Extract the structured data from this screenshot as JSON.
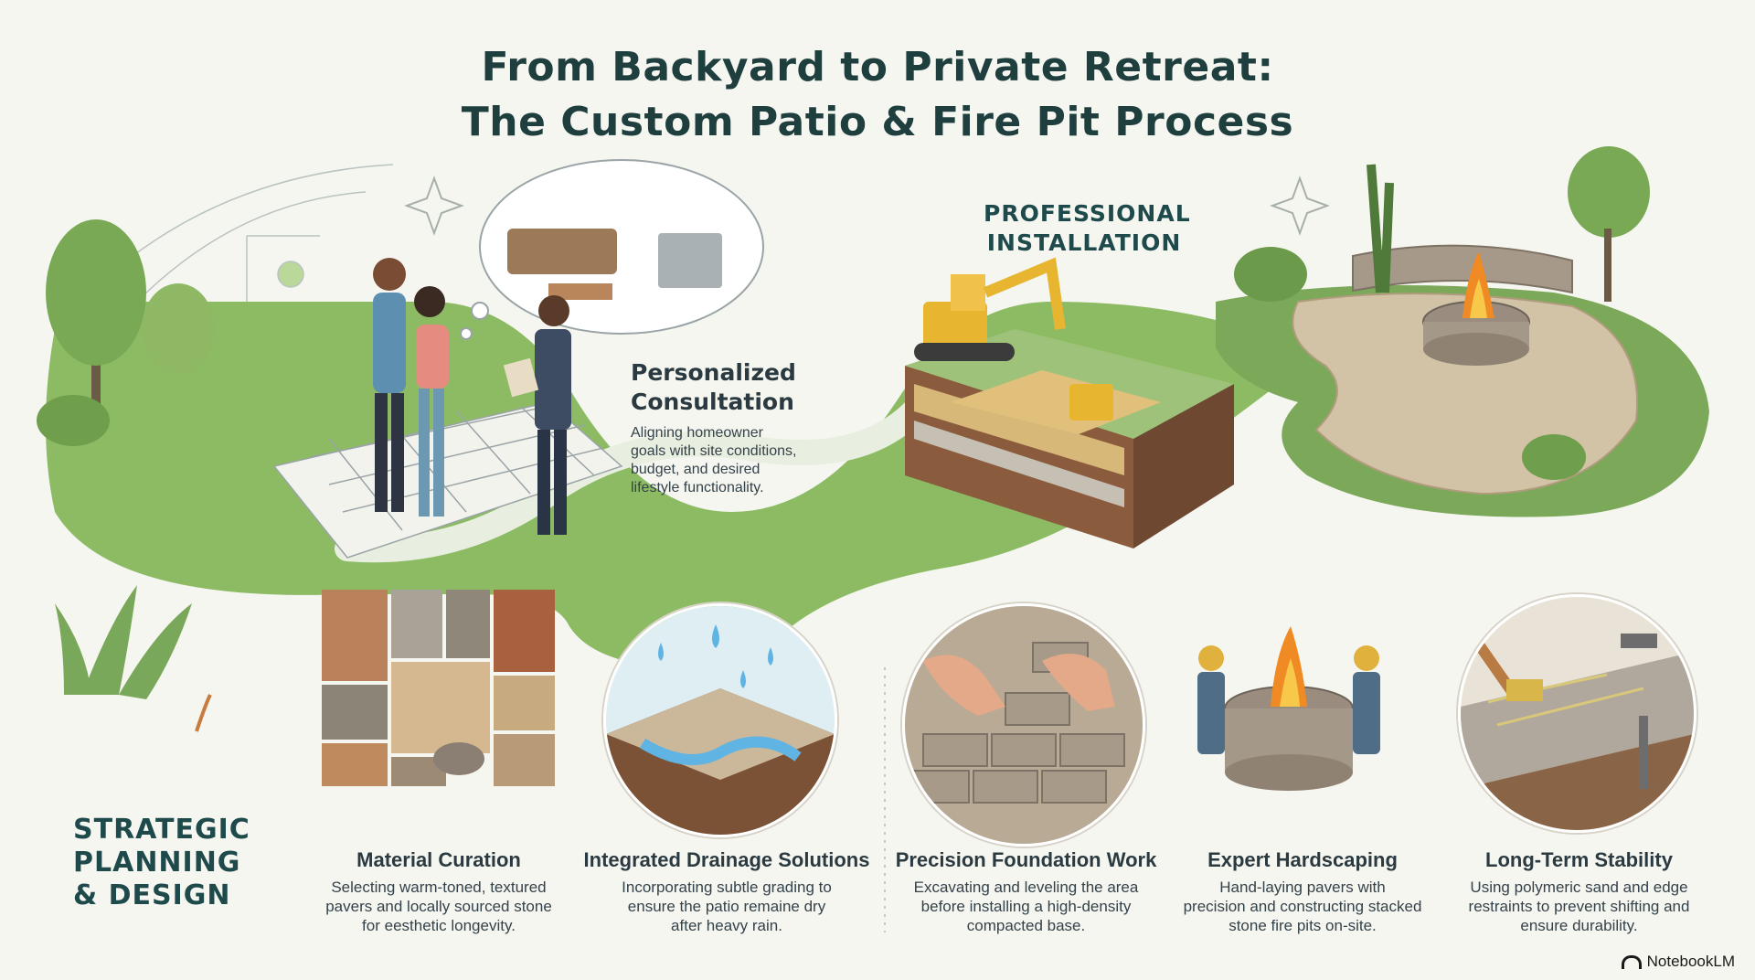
{
  "title": {
    "line1": "From Backyard to Private Retreat:",
    "line2": "The Custom Patio & Fire Pit Process"
  },
  "sections": {
    "planning": {
      "line1": "STRATEGIC",
      "line2": "PLANNING",
      "line3": "& DESIGN"
    },
    "installation": {
      "line1": "PROFESSIONAL",
      "line2": "INSTALLATION"
    }
  },
  "consultation": {
    "title_line1": "Personalized",
    "title_line2": "Consultation",
    "desc_line1": "Aligning homeowner",
    "desc_line2": "goals with site conditions,",
    "desc_line3": "budget, and desired",
    "desc_line4": "lifestyle functionality."
  },
  "steps": [
    {
      "title": "Material Curation",
      "desc_line1": "Selecting warm-toned, textured",
      "desc_line2": "pavers and locally sourced stone",
      "desc_line3": "for eesthetic longevity."
    },
    {
      "title": "Integrated Drainage Solutions",
      "desc_line1": "Incorporating subtle grading to",
      "desc_line2": "ensure the patio remaine dry",
      "desc_line3": "after heavy rain."
    },
    {
      "title": "Precision Foundation Work",
      "desc_line1": "Excavating and leveling the area",
      "desc_line2": "before installing a high-density",
      "desc_line3": "compacted base."
    },
    {
      "title": "Expert Hardscaping",
      "desc_line1": "Hand-laying pavers with",
      "desc_line2": "precision and constructing stacked",
      "desc_line3": "stone fire pits on-site."
    },
    {
      "title": "Long-Term Stability",
      "desc_line1": "Using polymeric sand and edge",
      "desc_line2": "restraints to prevent shifting and",
      "desc_line3": "ensure durability."
    }
  ],
  "brand": {
    "name": "NotebookLM"
  },
  "colors": {
    "grass": "#8dbb64",
    "heading": "#1f4a4c",
    "stone": "#c9b79c",
    "fire": "#f08a24"
  }
}
